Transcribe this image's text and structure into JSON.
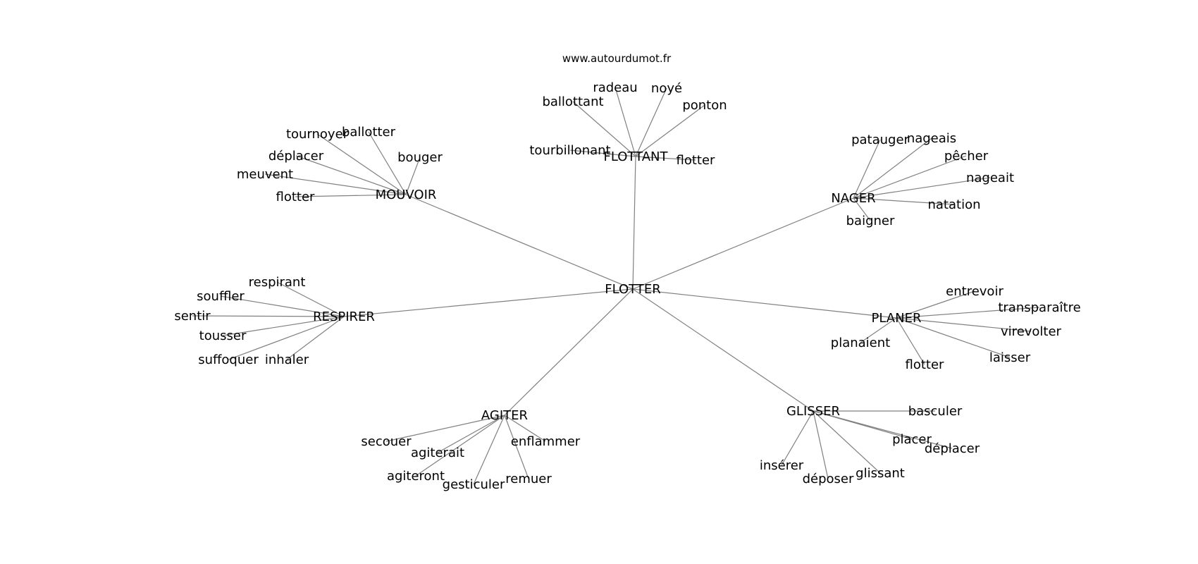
{
  "source": "www.autourdumot.fr",
  "colors": {
    "edge": "#808080",
    "text": "#000000",
    "background": "#ffffff"
  },
  "graph": {
    "center": {
      "id": "flotter_center",
      "label": "FLOTTER"
    },
    "hubs": [
      {
        "id": "flottant",
        "label": "FLOTTANT",
        "leaves": [
          {
            "id": "flottant_radeau",
            "label": "radeau"
          },
          {
            "id": "flottant_noye",
            "label": "noyé"
          },
          {
            "id": "flottant_ponton",
            "label": "ponton"
          },
          {
            "id": "flottant_ballottant",
            "label": "ballottant"
          },
          {
            "id": "flottant_tourbillonant",
            "label": "tourbillonant"
          },
          {
            "id": "flottant_flotter",
            "label": "flotter"
          }
        ]
      },
      {
        "id": "mouvoir",
        "label": "MOUVOIR",
        "leaves": [
          {
            "id": "mouvoir_tournoyer",
            "label": "tournoyer"
          },
          {
            "id": "mouvoir_ballotter",
            "label": "ballotter"
          },
          {
            "id": "mouvoir_bouger",
            "label": "bouger"
          },
          {
            "id": "mouvoir_deplacer",
            "label": "déplacer"
          },
          {
            "id": "mouvoir_meuvent",
            "label": "meuvent"
          },
          {
            "id": "mouvoir_flotter",
            "label": "flotter"
          }
        ]
      },
      {
        "id": "nager",
        "label": "NAGER",
        "leaves": [
          {
            "id": "nager_patauger",
            "label": "patauger"
          },
          {
            "id": "nager_nageais",
            "label": "nageais"
          },
          {
            "id": "nager_pecher",
            "label": "pêcher"
          },
          {
            "id": "nager_nageait",
            "label": "nageait"
          },
          {
            "id": "nager_natation",
            "label": "natation"
          },
          {
            "id": "nager_baigner",
            "label": "baigner"
          }
        ]
      },
      {
        "id": "respirer",
        "label": "RESPIRER",
        "leaves": [
          {
            "id": "respirer_respirant",
            "label": "respirant"
          },
          {
            "id": "respirer_souffler",
            "label": "souffler"
          },
          {
            "id": "respirer_sentir",
            "label": "sentir"
          },
          {
            "id": "respirer_tousser",
            "label": "tousser"
          },
          {
            "id": "respirer_suffoquer",
            "label": "suffoquer"
          },
          {
            "id": "respirer_inhaler",
            "label": "inhaler"
          }
        ]
      },
      {
        "id": "planer",
        "label": "PLANER",
        "leaves": [
          {
            "id": "planer_entrevoir",
            "label": "entrevoir"
          },
          {
            "id": "planer_transparaitre",
            "label": "transparaître"
          },
          {
            "id": "planer_virevolter",
            "label": "virevolter"
          },
          {
            "id": "planer_laisser",
            "label": "laisser"
          },
          {
            "id": "planer_planaient",
            "label": "planaient"
          },
          {
            "id": "planer_flotter",
            "label": "flotter"
          }
        ]
      },
      {
        "id": "agiter",
        "label": "AGITER",
        "leaves": [
          {
            "id": "agiter_secouer",
            "label": "secouer"
          },
          {
            "id": "agiter_agiterait",
            "label": "agiterait"
          },
          {
            "id": "agiter_agiteront",
            "label": "agiteront"
          },
          {
            "id": "agiter_gesticuler",
            "label": "gesticuler"
          },
          {
            "id": "agiter_remuer",
            "label": "remuer"
          },
          {
            "id": "agiter_enflammer",
            "label": "enflammer"
          }
        ]
      },
      {
        "id": "glisser",
        "label": "GLISSER",
        "leaves": [
          {
            "id": "glisser_basculer",
            "label": "basculer"
          },
          {
            "id": "glisser_placer",
            "label": "placer"
          },
          {
            "id": "glisser_deplacer",
            "label": "déplacer"
          },
          {
            "id": "glisser_glissant",
            "label": "glissant"
          },
          {
            "id": "glisser_deposer",
            "label": "déposer"
          },
          {
            "id": "glisser_inserer",
            "label": "insérer"
          }
        ]
      }
    ]
  }
}
